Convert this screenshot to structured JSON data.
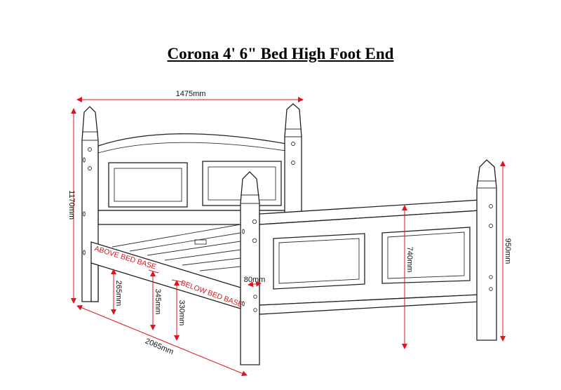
{
  "title": "Corona 4' 6\" Bed High Foot End",
  "dimensions": {
    "width": "1475mm",
    "headboard_height": "1170mm",
    "footboard_height": "950mm",
    "footboard_panel_height": "740mm",
    "length": "2065mm",
    "height_265": "265mm",
    "height_345": "345mm",
    "height_330": "330mm",
    "post_width": "80mm"
  },
  "annotations": {
    "above": "ABOVE BED BASE",
    "below": "BELOW BED BASE"
  },
  "colors": {
    "dimension": "#e0141e",
    "line": "#222222"
  }
}
